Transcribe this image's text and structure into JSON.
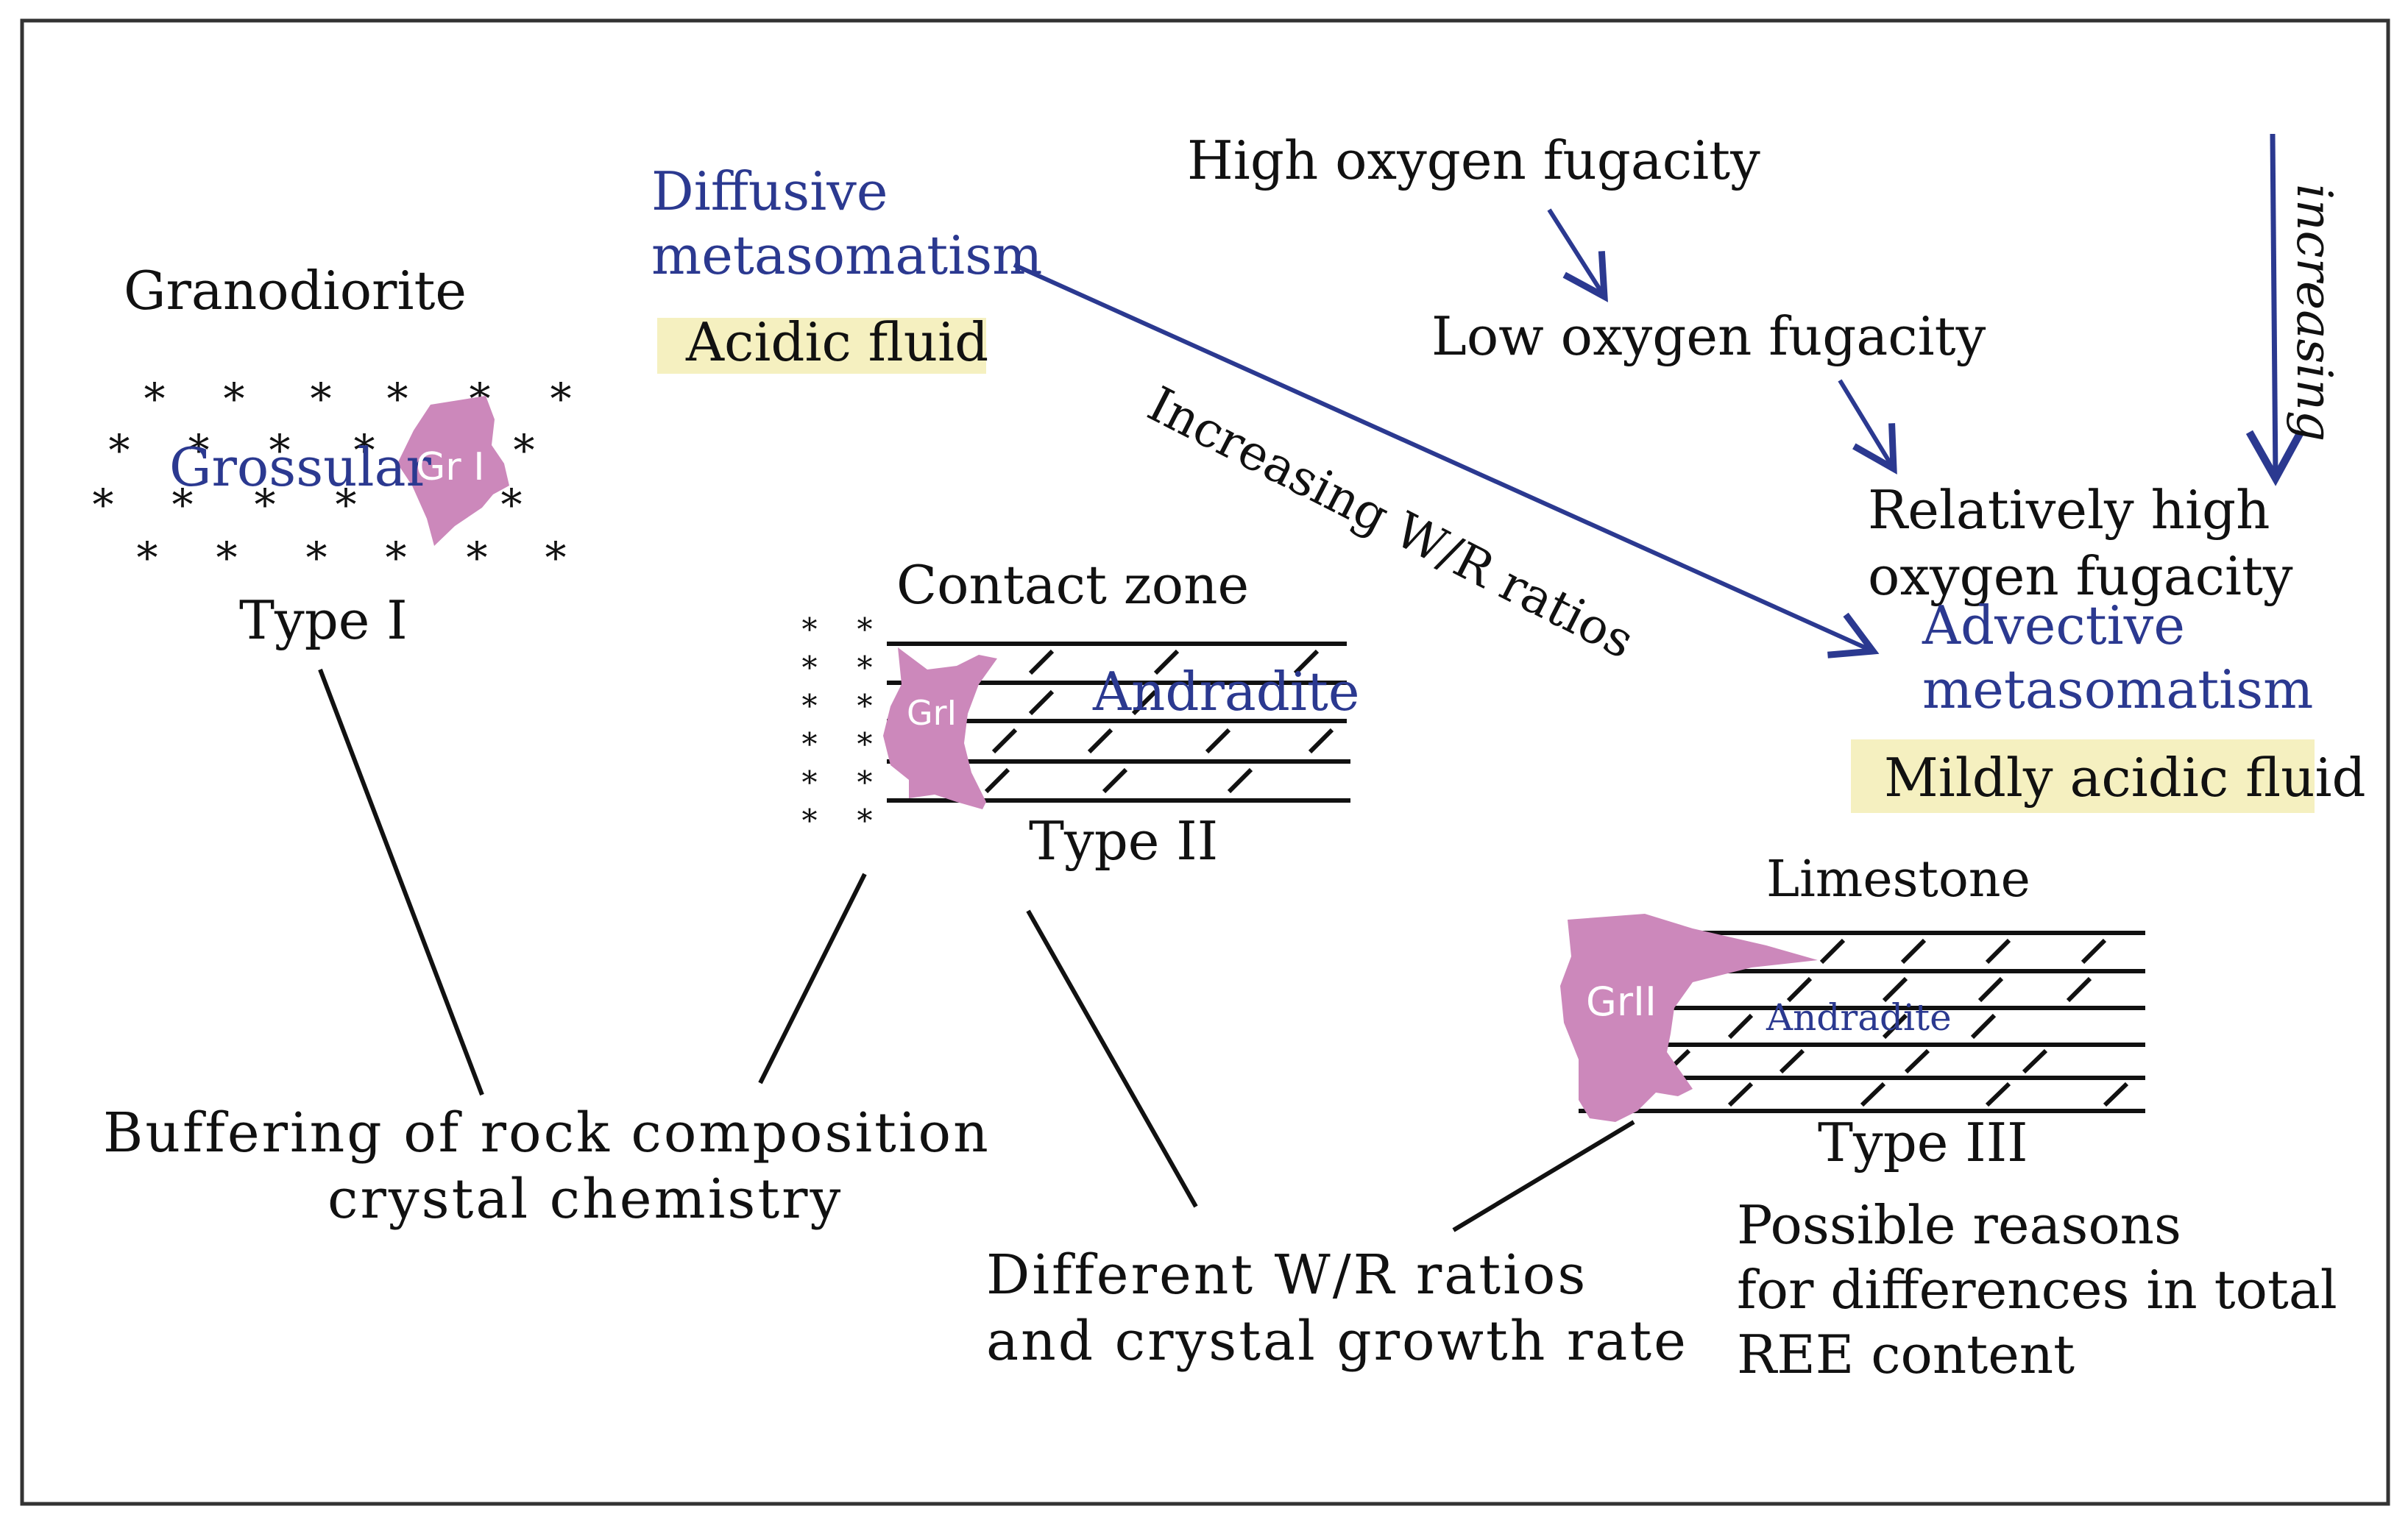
{
  "texts": {
    "granodiorite": "Granodiorite",
    "grossular": "Grossular",
    "gr_i": "Gr I",
    "type_i": "Type I",
    "diffusive_1": "Diffusive",
    "diffusive_2": "metasomatism",
    "acidic_fluid": "Acidic fluid",
    "increasing_wr": "Increasing W/R ratios",
    "high_oxygen": "High oxygen fugacity",
    "low_oxygen": "Low oxygen fugacity",
    "increasing": "increasing",
    "rel_high_1": "Relatively high",
    "rel_high_2": "oxygen fugacity",
    "advective_1": "Advective",
    "advective_2": "metasomatism",
    "mildly_acidic": "Mildly acidic fluid",
    "contact_zone": "Contact zone",
    "andradite_ii": "Andradite",
    "gr_ii_small": "GrI",
    "type_ii": "Type II",
    "limestone": "Limestone",
    "gr_ii": "GrII",
    "andradite_iii": "Andradite",
    "type_iii": "Type III",
    "buffering_1": "Buffering of rock composition",
    "buffering_2": "crystal chemistry",
    "different_1": "Different W/R ratios",
    "different_2": "and crystal growth rate",
    "possible_1": "Possible reasons",
    "possible_2": "for differences in total",
    "possible_3": "REE content"
  },
  "colors": {
    "text": "#111111",
    "blue": "#2b3990",
    "pink": "#cc88bb",
    "highlight": "#f5f0c0",
    "frame": "#333333"
  }
}
